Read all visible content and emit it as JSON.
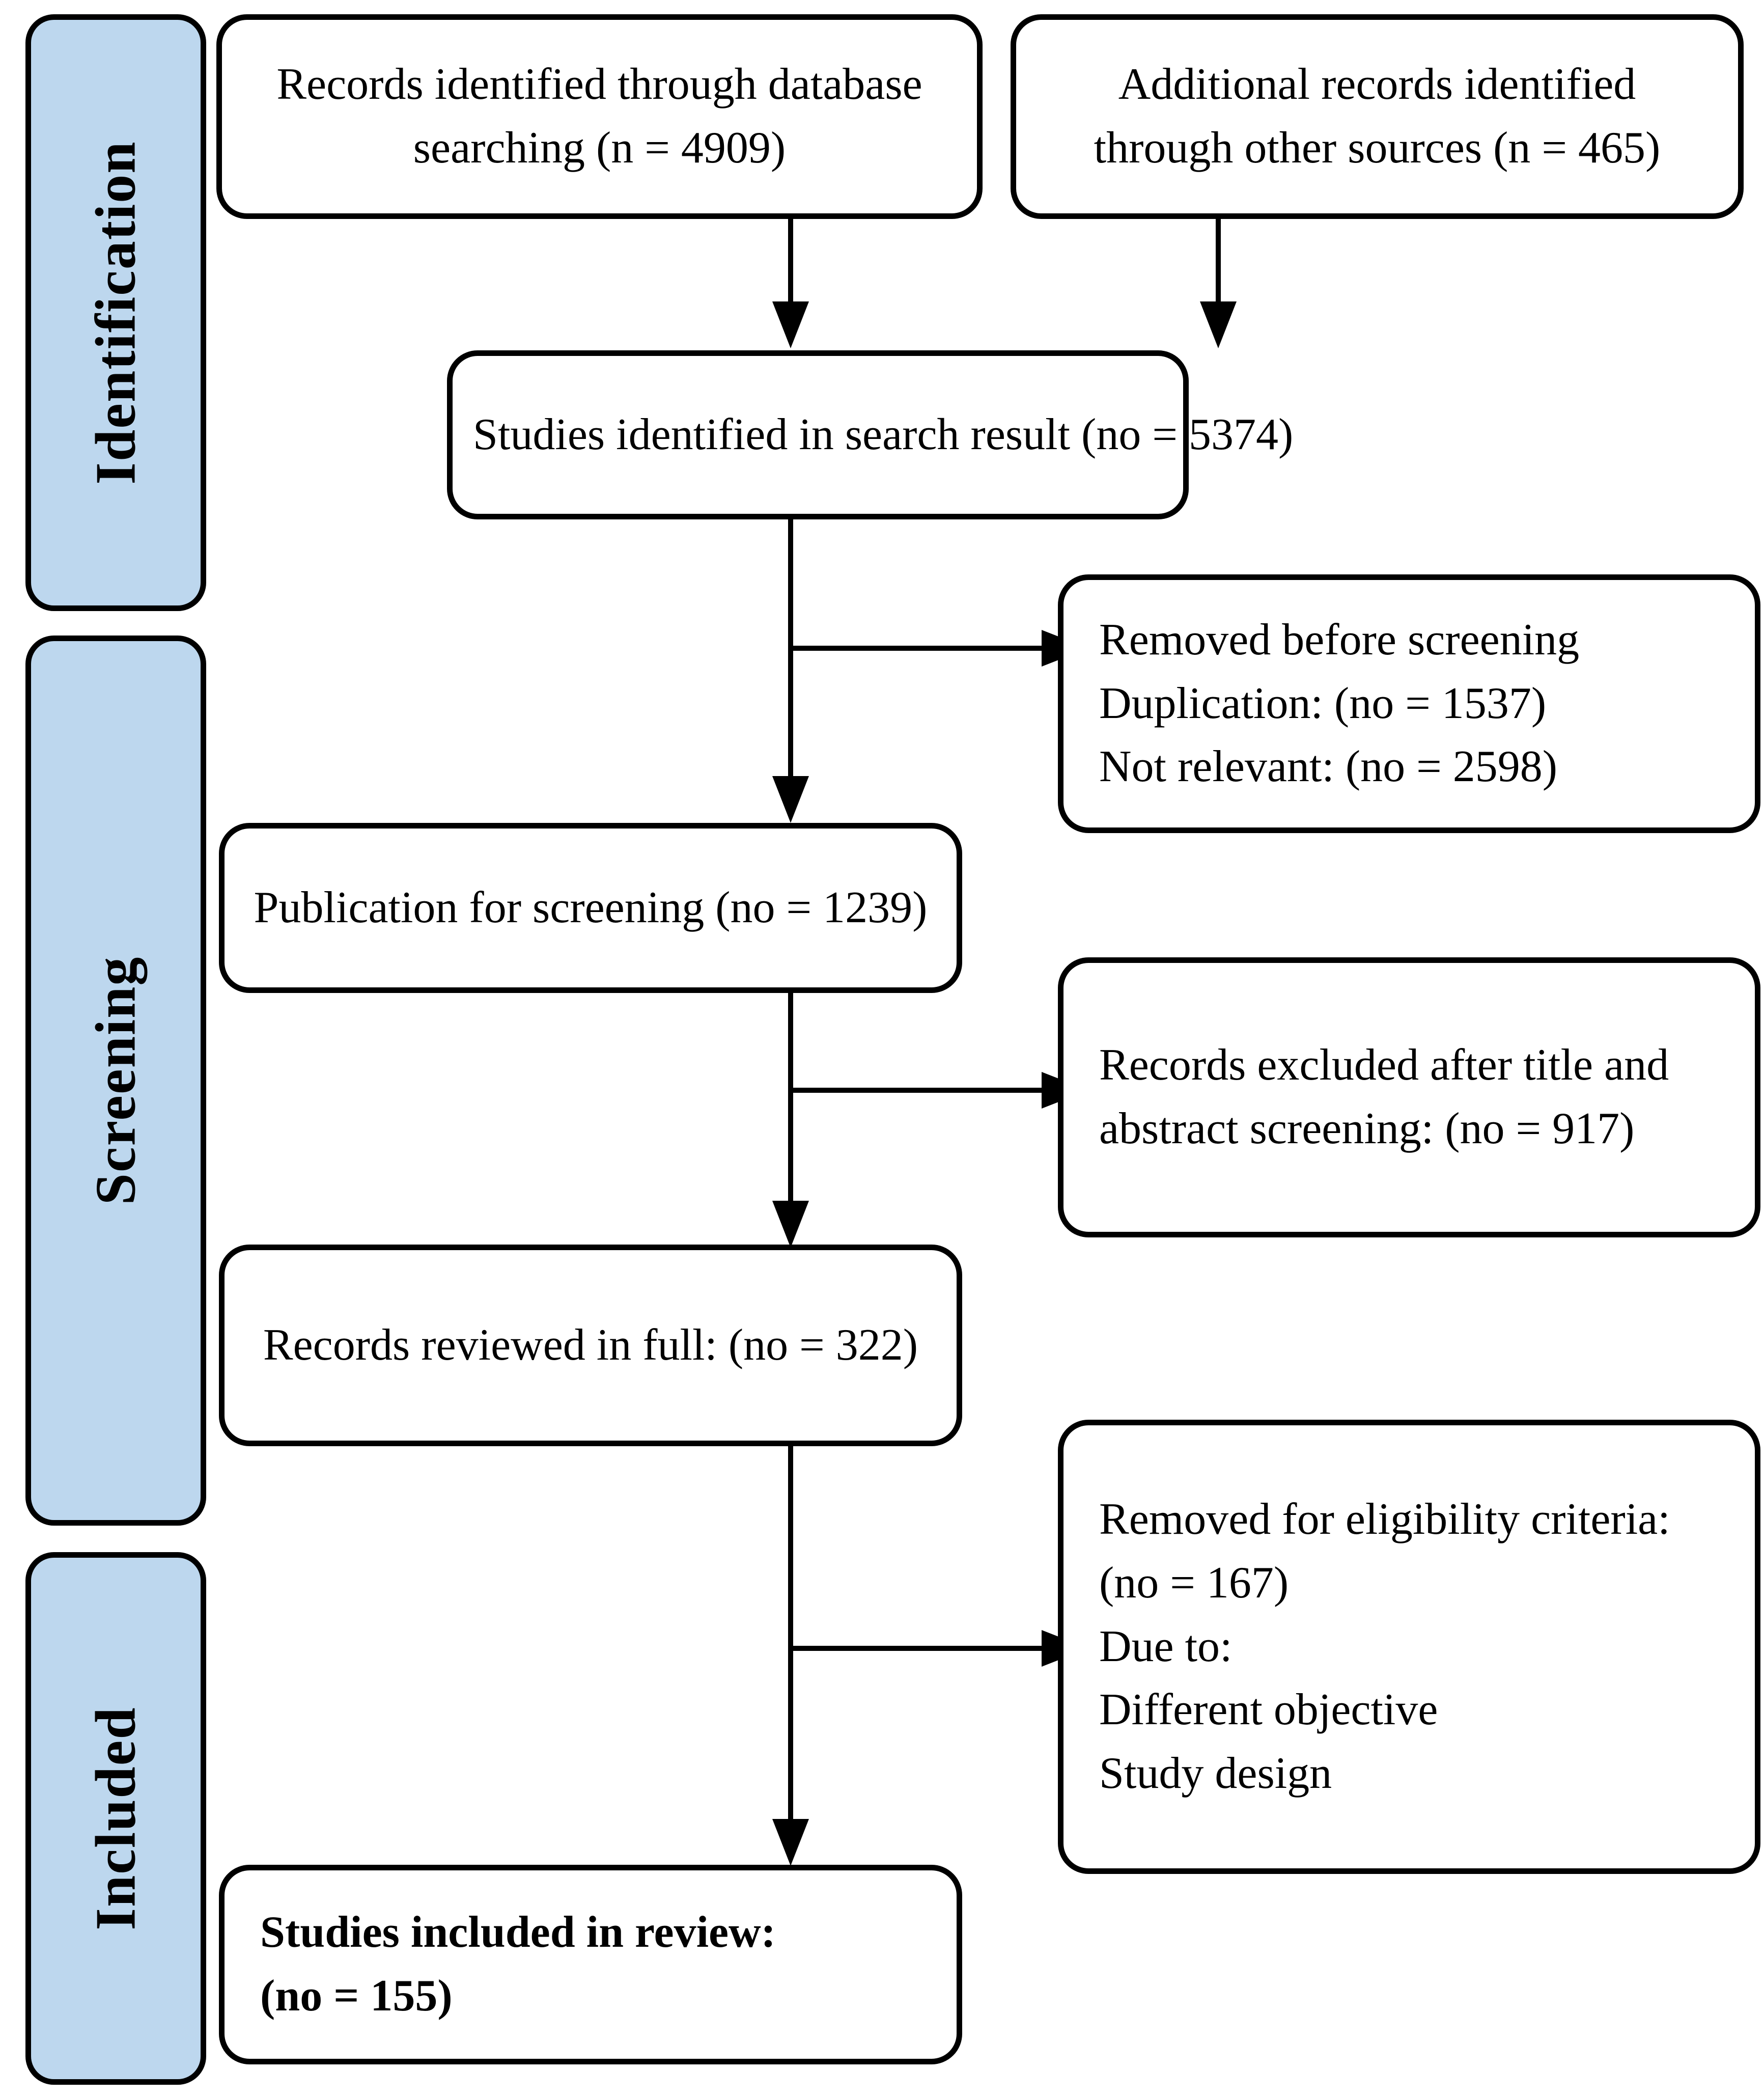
{
  "diagram": {
    "title": "PRISMA study selection flow diagram",
    "accent_color": "#bdd7ee",
    "line_color": "#000000",
    "stages": [
      {
        "id": "identification",
        "label": "Identification"
      },
      {
        "id": "screening",
        "label": "Screening"
      },
      {
        "id": "included",
        "label": "Included"
      }
    ],
    "nodes": {
      "db_search": {
        "lines": [
          "Records identified through database",
          "searching (n = 4909)"
        ]
      },
      "other_sources": {
        "lines": [
          "Additional records identified",
          "through other sources (n = 465)"
        ]
      },
      "search_result": {
        "lines": [
          "Studies identified in search result (no = 5374)"
        ]
      },
      "removed_before_screening": {
        "lines": [
          "Removed before screening",
          "Duplication: (no = 1537)",
          "Not relevant: (no = 2598)"
        ]
      },
      "publication_for_screening": {
        "lines": [
          "Publication for screening (no = 1239)"
        ]
      },
      "excluded_title_abstract": {
        "lines": [
          "Records excluded after title and",
          "abstract screening: (no = 917)"
        ]
      },
      "reviewed_in_full": {
        "lines": [
          "Records reviewed in full: (no = 322)"
        ]
      },
      "removed_eligibility": {
        "lines": [
          "Removed for eligibility criteria:",
          "(no = 167)",
          "Due to:",
          "Different objective",
          "Study design"
        ]
      },
      "included_in_review": {
        "lines": [
          "Studies included in review:",
          "(no = 155)"
        ]
      }
    },
    "counts": {
      "database_searching_n": 4909,
      "other_sources_n": 465,
      "search_result_no": 5374,
      "duplication_no": 1537,
      "not_relevant_no": 2598,
      "publication_for_screening_no": 1239,
      "excluded_title_abstract_no": 917,
      "reviewed_in_full_no": 322,
      "removed_eligibility_no": 167,
      "included_in_review_no": 155
    }
  }
}
